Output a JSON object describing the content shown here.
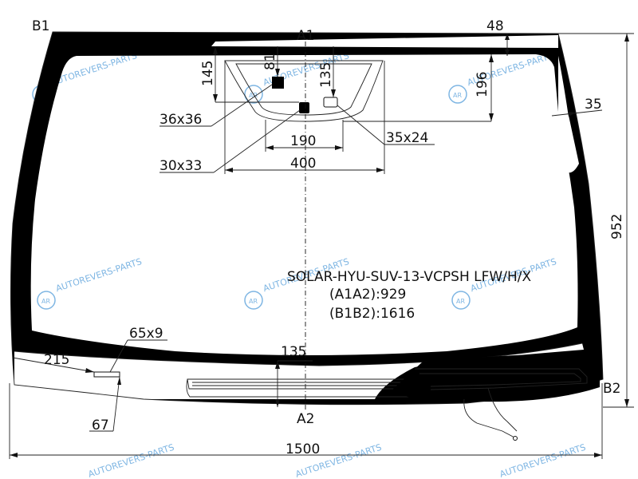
{
  "points": {
    "b1": "B1",
    "b2": "B2",
    "a1": "A1",
    "a2": "A2"
  },
  "dimensions": {
    "top_offset": "48",
    "side_band": "35",
    "height": "952",
    "width": "1500",
    "sensor_h1": "145",
    "sensor_h2": "81",
    "sensor_h3": "135",
    "sensor_h4": "196",
    "bracket_w1": "190",
    "bracket_w2": "400",
    "vin_offset": "215",
    "vin_height": "67",
    "heating_h": "135"
  },
  "labels": {
    "sq1": "36x36",
    "sq2": "30x33",
    "rect1": "35x24",
    "vin": "65x9"
  },
  "product": {
    "code": "SOLAR-HYU-SUV-13-VCPSH LFW/H/X",
    "a1a2": "(A1A2):929",
    "b1b2": "(B1B2):1616"
  },
  "watermark": "AUTOREVERS-PARTS",
  "colors": {
    "line": "#111111",
    "watermark": "#7fb6e3",
    "background": "#ffffff"
  }
}
